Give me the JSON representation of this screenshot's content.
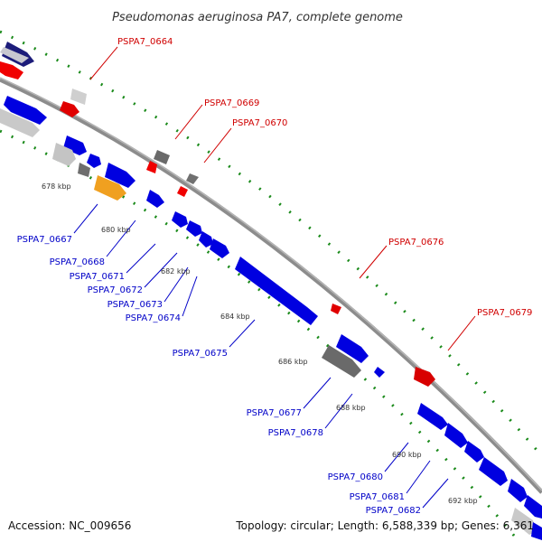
{
  "title": "Pseudomonas aeruginosa PA7, complete genome",
  "footer": {
    "accession": "Accession: NC_009656",
    "summary": "Topology: circular; Length: 6,588,339 bp; Genes: 6,361"
  },
  "colors": {
    "backbone": "#8c8c8c",
    "forward_label": "#d00000",
    "reverse_label": "#0000c8",
    "tick_dots": "#1a8a1a"
  },
  "kbp_labels": [
    "678 kbp",
    "680 kbp",
    "682 kbp",
    "684 kbp",
    "686 kbp",
    "688 kbp",
    "690 kbp",
    "692 kbp"
  ],
  "genes_forward": [
    "PSPA7_0664",
    "PSPA7_0669",
    "PSPA7_0670",
    "PSPA7_0676",
    "PSPA7_0679"
  ],
  "genes_reverse": [
    "PSPA7_0667",
    "PSPA7_0668",
    "PSPA7_0671",
    "PSPA7_0672",
    "PSPA7_0673",
    "PSPA7_0674",
    "PSPA7_0675",
    "PSPA7_0677",
    "PSPA7_0678",
    "PSPA7_0680",
    "PSPA7_0681",
    "PSPA7_0682"
  ]
}
